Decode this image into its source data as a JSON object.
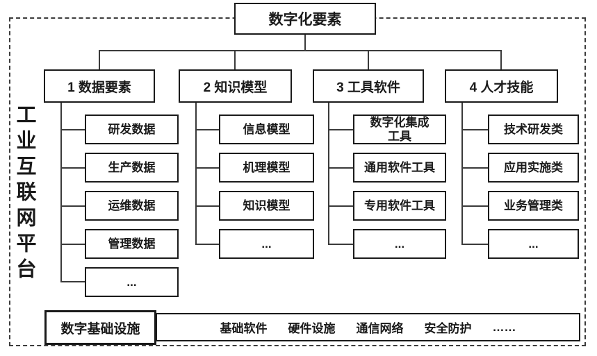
{
  "frame": {
    "platform_label": "工业互联网平台"
  },
  "root": {
    "label": "数字化要素"
  },
  "columns": [
    {
      "header": "1 数据要素",
      "children": [
        "研发数据",
        "生产数据",
        "运维数据",
        "管理数据",
        "..."
      ]
    },
    {
      "header": "2 知识模型",
      "children": [
        "信息模型",
        "机理模型",
        "知识模型",
        "..."
      ]
    },
    {
      "header": "3 工具软件",
      "children": [
        "数字化集成\n工具",
        "通用软件工具",
        "专用软件工具",
        "..."
      ]
    },
    {
      "header": "4 人才技能",
      "children": [
        "技术研发类",
        "应用实施类",
        "业务管理类",
        "..."
      ]
    }
  ],
  "infrastructure": {
    "title": "数字基础设施",
    "items": [
      "基础软件",
      "硬件设施",
      "通信网络",
      "安全防护",
      "……"
    ]
  },
  "colors": {
    "border": "#1a1a1a",
    "connector": "#3a3a3a",
    "background": "#ffffff"
  }
}
